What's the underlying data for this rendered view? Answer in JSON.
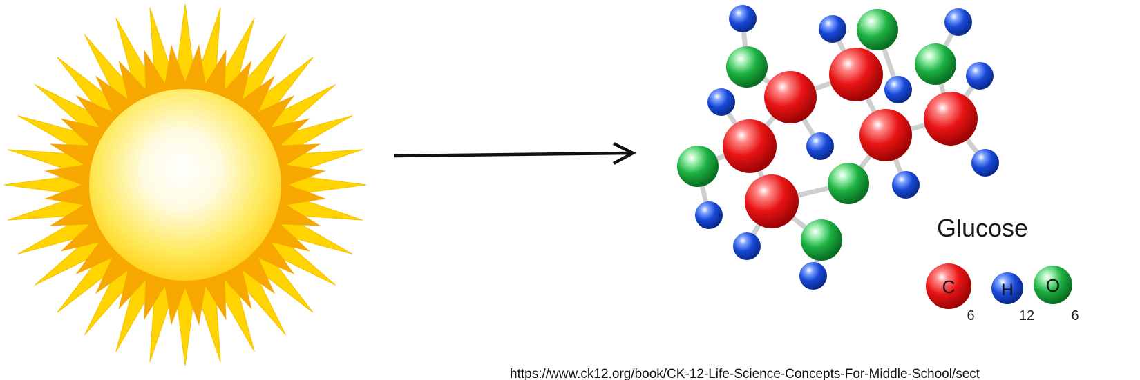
{
  "diagram": {
    "caption": "Glucose",
    "formula": [
      {
        "symbol": "C",
        "subscript": "6",
        "color": "#e01010"
      },
      {
        "symbol": "H",
        "subscript": "12",
        "color": "#1540c8"
      },
      {
        "symbol": "O",
        "subscript": "6",
        "color": "#18a83a"
      }
    ],
    "source_url": "https://www.ck12.org/book/CK-12-Life-Science-Concepts-For-Middle-School/sect",
    "colors": {
      "carbon": "#e01010",
      "hydrogen": "#1540c8",
      "oxygen": "#18a83a",
      "bond": "#cfcfcf",
      "sun_ray_outer": "#ffd400",
      "sun_ray_inner": "#f7a800",
      "sun_core_center": "#ffffff",
      "sun_core_edge": "#ffd21a",
      "sun_rim": "#f7a800",
      "arrow": "#111111"
    },
    "icons": {
      "sun": "sun-icon",
      "arrow": "right-arrow-icon",
      "molecule": "glucose-molecule-icon"
    }
  }
}
